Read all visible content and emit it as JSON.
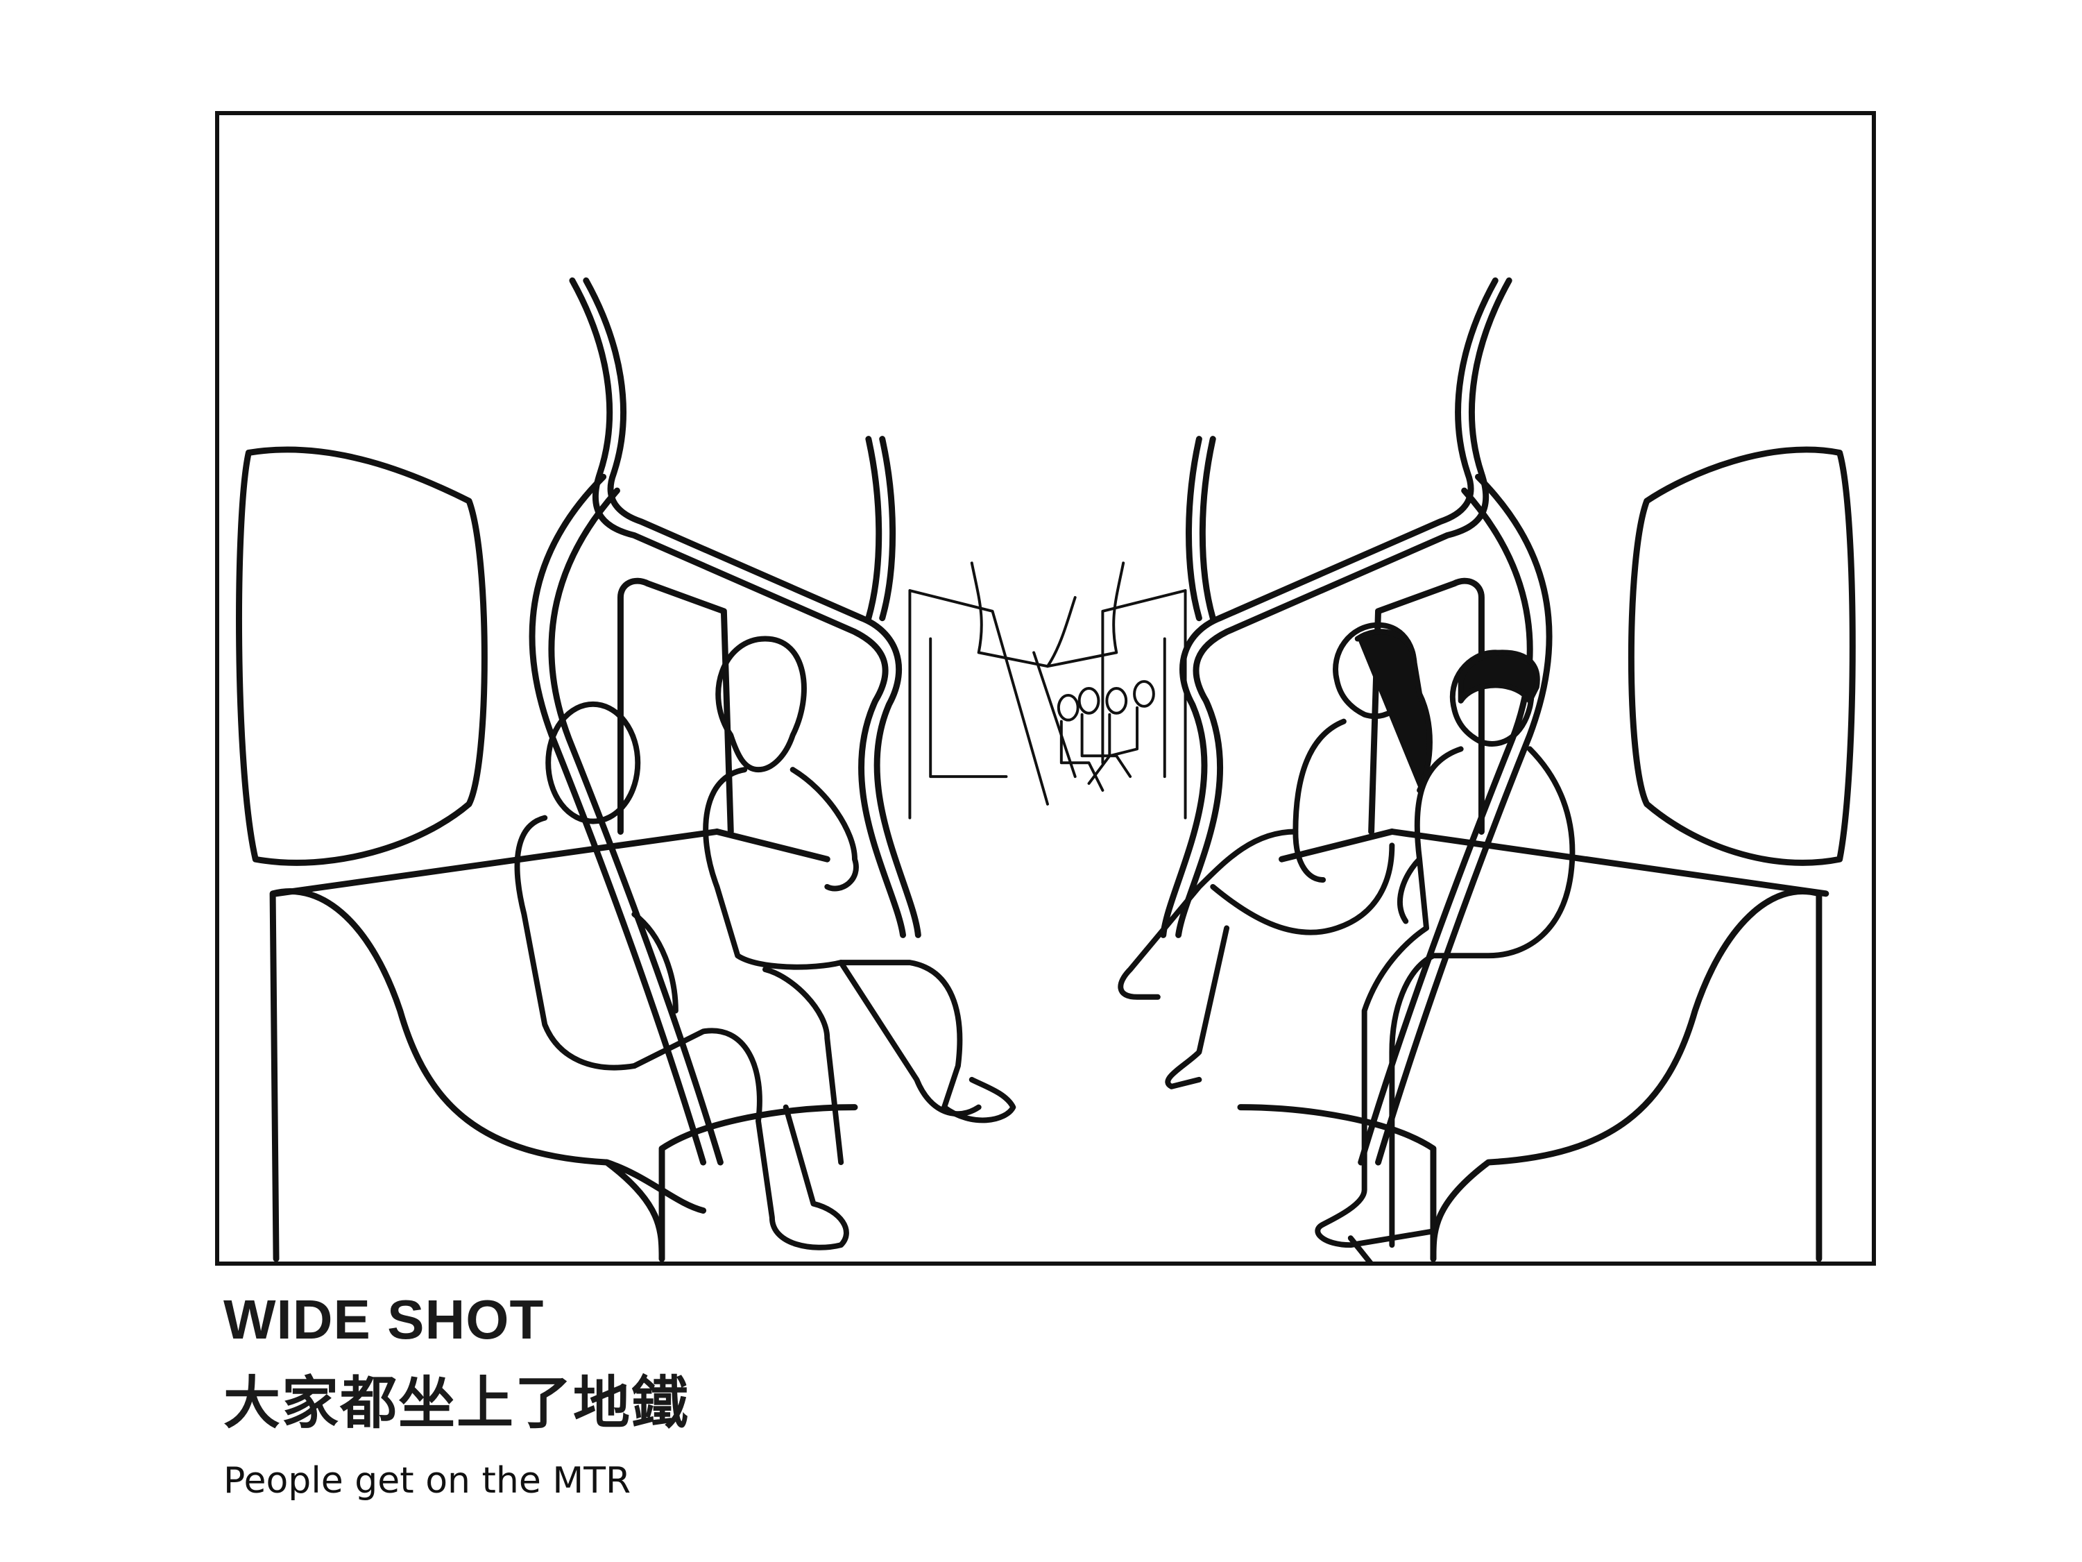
{
  "panel": {
    "scene_icon": "mtr-carriage-illustration"
  },
  "caption": {
    "shot_type": "WIDE SHOT",
    "title_zh": "大家都坐上了地鐵",
    "subtitle": "People get on the MTR"
  },
  "colors": {
    "ink": "#111111",
    "background": "#ffffff"
  }
}
